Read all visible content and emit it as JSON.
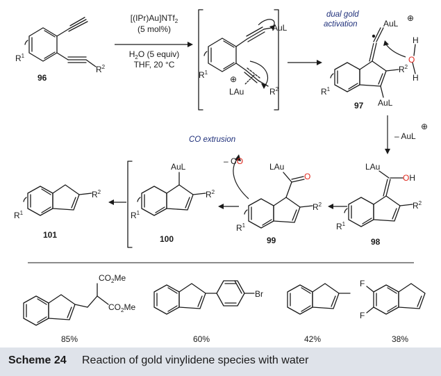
{
  "caption": {
    "number": "Scheme 24",
    "text": "Reaction of gold vinylidene species with water"
  },
  "conditions": {
    "catalyst": "[(IPr)Au]NTf",
    "catalyst_sub": "2",
    "loading": "(5 mol%)",
    "water": "H",
    "water_sub": "2",
    "water_rest": "O (5 equiv)",
    "solvent": "THF, 20 °C"
  },
  "annotations": {
    "dual_gold_1": "dual gold",
    "dual_gold_2": "activation",
    "co_extrusion": "CO extrusion",
    "minus_co_prefix": "– C",
    "minus_co_o": "O",
    "minus_aul": "– AuL",
    "plus": "⊕"
  },
  "compounds": {
    "c96": "96",
    "c97": "97",
    "c98": "98",
    "c99": "99",
    "c100": "100",
    "c101": "101"
  },
  "atoms": {
    "aul": "AuL",
    "lau": "LAu",
    "r1": "R",
    "r1_sup": "1",
    "r2": "R",
    "r2_sup": "2",
    "h": "H",
    "o": "O",
    "oh": "OH",
    "br": "Br",
    "f": "F",
    "co2me": "CO",
    "co2me_sub": "2",
    "co2me_rest": "Me"
  },
  "examples": [
    {
      "yield": "85%"
    },
    {
      "yield": "60%"
    },
    {
      "yield": "42%"
    },
    {
      "yield": "38%"
    }
  ]
}
